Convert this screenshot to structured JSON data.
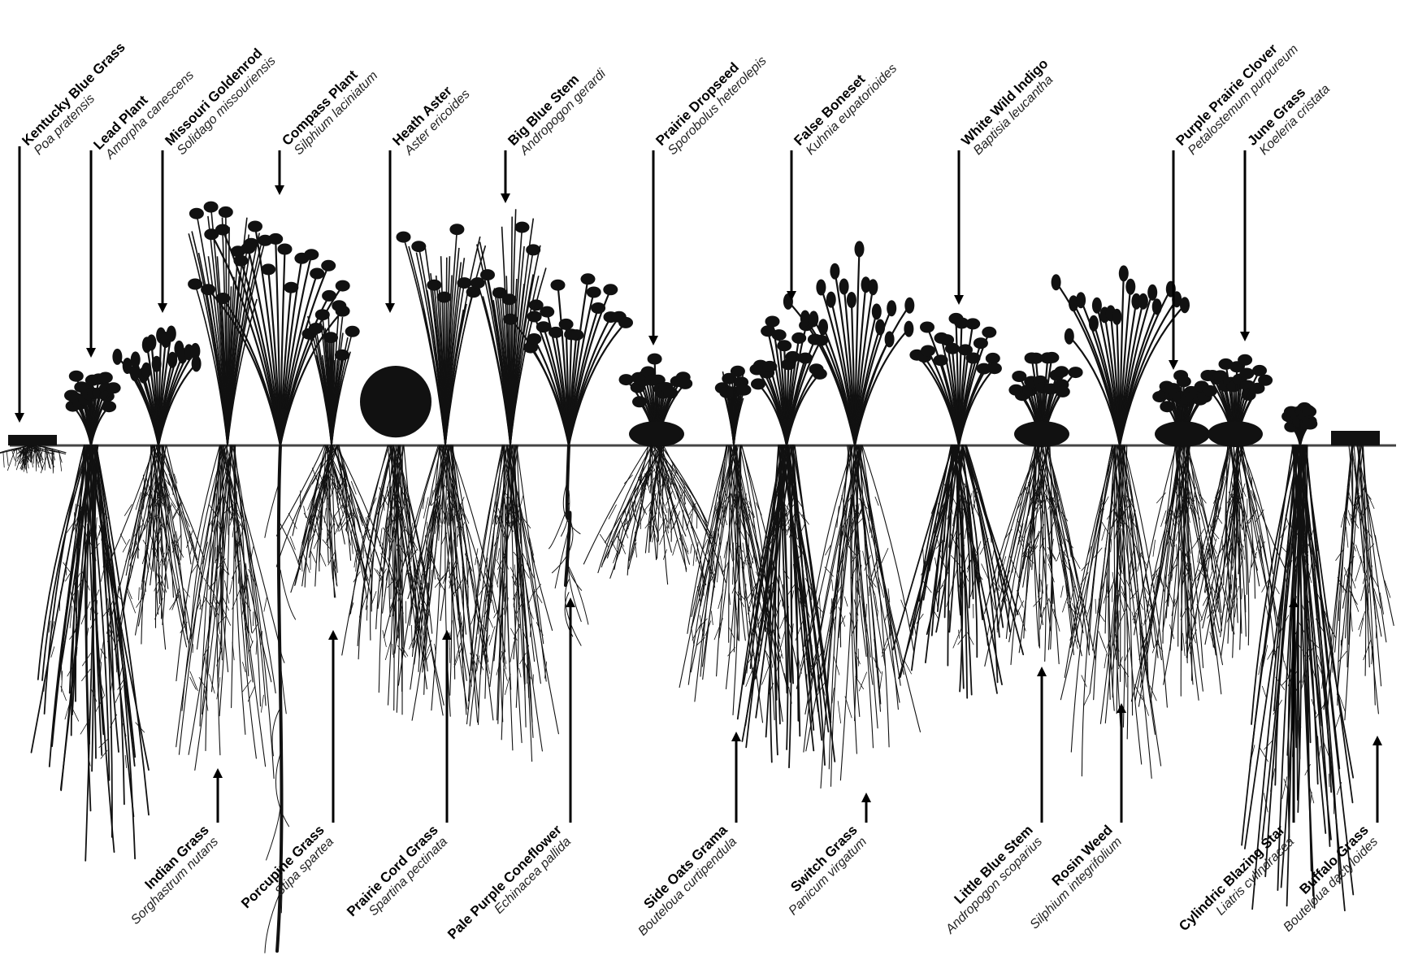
{
  "colors": {
    "ink": "#000000",
    "background": "#ffffff"
  },
  "top_labels": [
    {
      "id": "kentucky-blue-grass",
      "name": "Kentucky Blue Grass",
      "sci": "Poa pratensis"
    },
    {
      "id": "lead-plant",
      "name": "Lead Plant",
      "sci": "Amorpha canescens"
    },
    {
      "id": "missouri-goldenrod",
      "name": "Missouri Goldenrod",
      "sci": "Solidago missouriensis"
    },
    {
      "id": "compass-plant",
      "name": "Compass Plant",
      "sci": "Silphium laciniatum"
    },
    {
      "id": "heath-aster",
      "name": "Heath Aster",
      "sci": "Aster ericoides"
    },
    {
      "id": "big-blue-stem",
      "name": "Big Blue Stem",
      "sci": "Andropogon gerardi"
    },
    {
      "id": "prairie-dropseed",
      "name": "Prairie Dropseed",
      "sci": "Sporobolus heterolepis"
    },
    {
      "id": "false-boneset",
      "name": "False Boneset",
      "sci": "Kuhnia eupatorioides"
    },
    {
      "id": "white-wild-indigo",
      "name": "White Wild Indigo",
      "sci": "Baptisia leucantha"
    },
    {
      "id": "purple-prairie-clover",
      "name": "Purple Prairie Clover",
      "sci": "Petalostemum purpureum"
    },
    {
      "id": "june-grass",
      "name": "June Grass",
      "sci": "Koeleria cristata"
    }
  ],
  "bottom_labels": [
    {
      "id": "indian-grass",
      "name": "Indian Grass",
      "sci": "Sorghastrum nutans"
    },
    {
      "id": "porcupine-grass",
      "name": "Porcupine Grass",
      "sci": "Stipa spartea"
    },
    {
      "id": "prairie-cord-grass",
      "name": "Prairie Cord Grass",
      "sci": "Spartina pectinata"
    },
    {
      "id": "pale-purple-coneflower",
      "name": "Pale Purple Coneflower",
      "sci": "Echinacea pallida"
    },
    {
      "id": "side-oats-grama",
      "name": "Side Oats Grama",
      "sci": "Bouteloua curtipendula"
    },
    {
      "id": "switch-grass",
      "name": "Switch Grass",
      "sci": "Panicum virgatum"
    },
    {
      "id": "little-blue-stem",
      "name": "Little Blue Stem",
      "sci": "Andropogon scoparius"
    },
    {
      "id": "rosin-weed",
      "name": "Rosin Weed",
      "sci": "Silphium integrifolium"
    },
    {
      "id": "cylindric-blazing-star",
      "name": "Cylindric Blazing Star",
      "sci": "Liatris cylindracea"
    },
    {
      "id": "buffalo-grass",
      "name": "Buffalo Grass",
      "sci": "Bouteloua dactyloides"
    }
  ]
}
